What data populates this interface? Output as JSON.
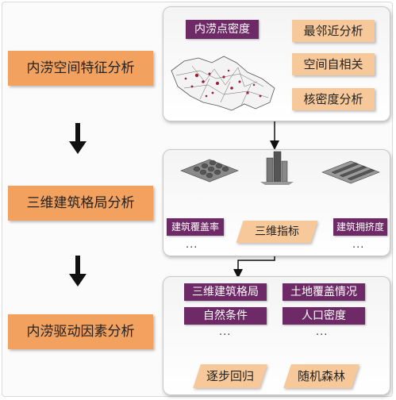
{
  "stages": {
    "stage1": "内涝空间特征分析",
    "stage2": "三维建筑格局分析",
    "stage3": "内涝驱动因素分析"
  },
  "panel1": {
    "density_label": "内涝点密度",
    "methods": [
      "最邻近分析",
      "空间自相关",
      "核密度分析"
    ]
  },
  "panel2": {
    "left_label": "建筑覆盖率",
    "center_label": "三维指标",
    "right_label": "建筑拥挤度",
    "ellipsis": "..."
  },
  "panel3": {
    "factors": [
      "三维建筑格局",
      "土地覆盖情况",
      "自然条件",
      "人口密度"
    ],
    "ellipsis": "...",
    "models": [
      "逐步回归",
      "随机森林"
    ]
  },
  "colors": {
    "stage_orange": "#f2a15e",
    "light_orange": "#f7c99a",
    "purple": "#6e2a66"
  }
}
